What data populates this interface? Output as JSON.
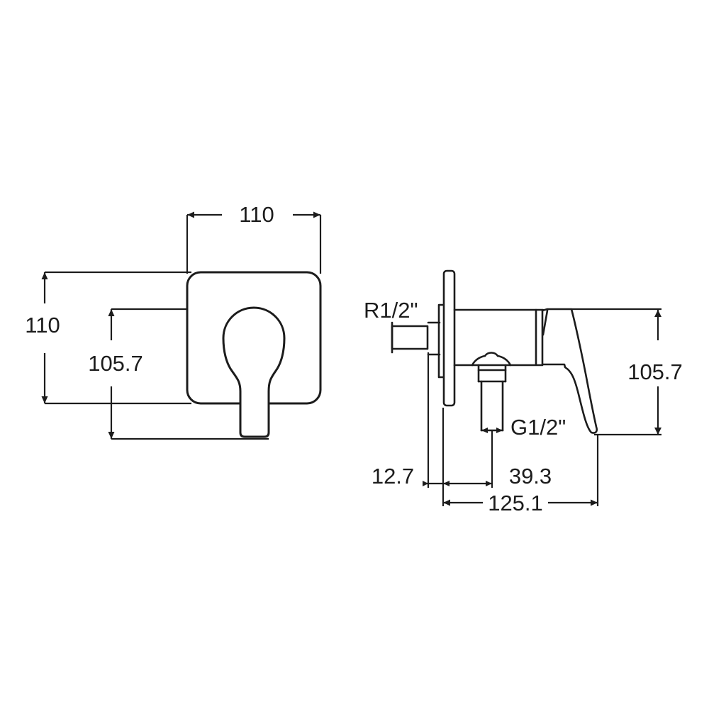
{
  "colors": {
    "line": "#1c1c1c",
    "background": "#ffffff"
  },
  "front_view": {
    "width": "110",
    "height": "110",
    "lever_height": "105.7"
  },
  "side_view": {
    "inlet_thread": "R1/2\"",
    "outlet_thread": "G1/2\"",
    "lever_height": "105.7",
    "wall_offset": "12.7",
    "outlet_offset": "39.3",
    "overall_depth": "125.1"
  }
}
